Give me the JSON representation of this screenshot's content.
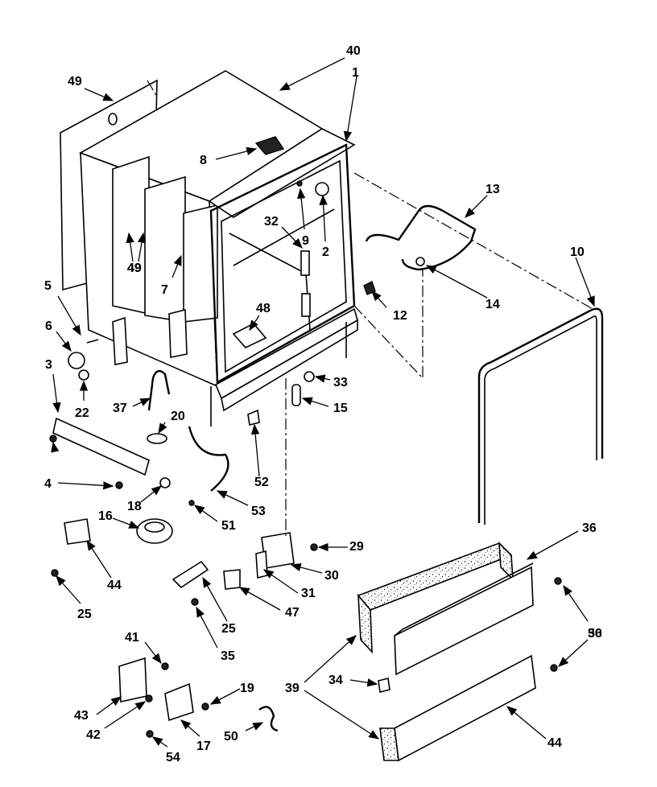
{
  "diagram": {
    "colors": {
      "ink": "#000000",
      "paper": "#ffffff"
    },
    "callouts": [
      "49",
      "40",
      "1",
      "8",
      "9",
      "2",
      "32",
      "13",
      "14",
      "12",
      "10",
      "5",
      "6",
      "3",
      "22",
      "37",
      "20",
      "48",
      "33",
      "15",
      "49",
      "49",
      "7",
      "4",
      "18",
      "52",
      "53",
      "51",
      "16",
      "44",
      "25",
      "29",
      "30",
      "31",
      "47",
      "25",
      "35",
      "36",
      "36",
      "50",
      "39",
      "34",
      "44",
      "41",
      "43",
      "42",
      "17",
      "19",
      "54",
      "50"
    ]
  }
}
